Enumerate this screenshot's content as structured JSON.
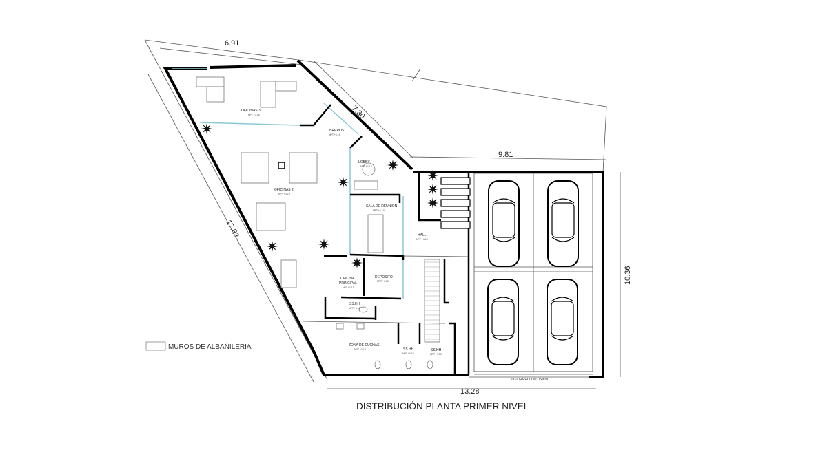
{
  "title": "DISTRIBUCIÓN PLANTA PRIMER NIVEL",
  "legend": {
    "label": "MUROS DE ALBAÑILERIA"
  },
  "dimensions": {
    "top": "6.91",
    "diagonal": "7.30",
    "right_top": "9.81",
    "left": "17.83",
    "right": "10.36",
    "bottom": "13.28"
  },
  "rooms": {
    "oficinas3": "OFICINAS 3",
    "libreros": "LIBREROS",
    "lobby": "LOBBY",
    "oficinas2": "OFICINAS 2",
    "sala": "SALA DE REUNION",
    "hall": "HALL",
    "oficina_principal_1": "OFICINA",
    "oficina_principal_2": "PRINCIPAL",
    "deposito": "DEPOSITO",
    "sshh1": "SS.HH",
    "duchas": "ZONA DE DUCHAS",
    "sshh2": "SS.HH",
    "sshh3": "SS.HH"
  },
  "npt": "NPT +1.10",
  "gate": "PORTON CORREDIZO"
}
